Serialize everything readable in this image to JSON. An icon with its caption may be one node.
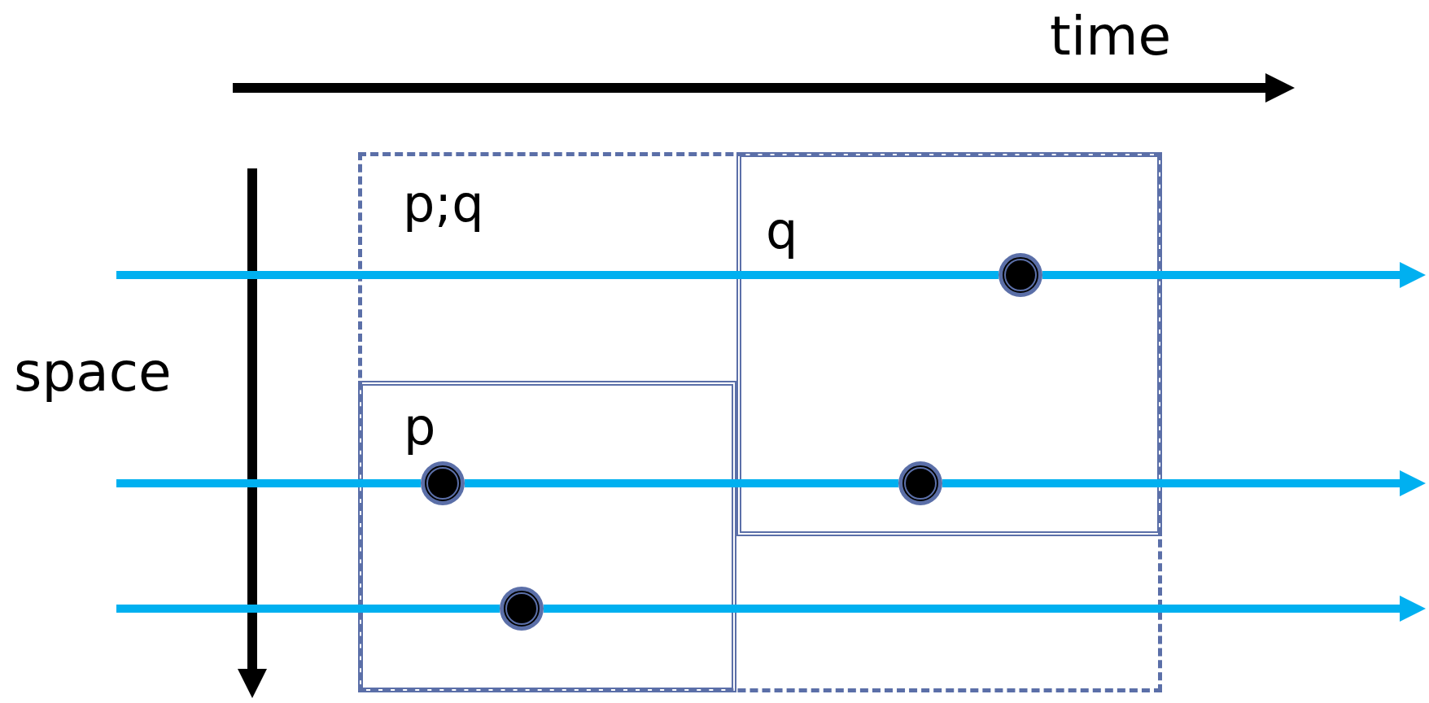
{
  "diagram": {
    "nodes": [
      {
        "text": [
          "p;q"
        ]
      },
      {
        "text": [
          "q"
        ],
        "in": 0
      },
      {
        "text": [
          "p"
        ],
        "in": 0
      },
      {
        "text": [],
        "shape": "circle",
        "in": 1
      },
      {
        "text": [],
        "shape": "circle",
        "in": 2
      },
      {
        "text": [],
        "shape": "circle",
        "in": 1
      },
      {
        "text": [],
        "shape": "circle",
        "in": 2
      }
    ],
    "edges": [
      {
        "from": null,
        "to": 3,
        "arrow": "none"
      },
      {
        "from": 3,
        "to": null,
        "arrow": "to"
      },
      {
        "from": null,
        "to": 4,
        "arrow": "none"
      },
      {
        "from": 4,
        "to": 5,
        "arrow": "none"
      },
      {
        "from": 5,
        "to": null,
        "arrow": "to"
      },
      {
        "from": null,
        "to": 6,
        "arrow": "none"
      },
      {
        "from": 6,
        "to": null,
        "arrow": "to"
      }
    ],
    "labels": [
      "time",
      "space"
    ]
  }
}
